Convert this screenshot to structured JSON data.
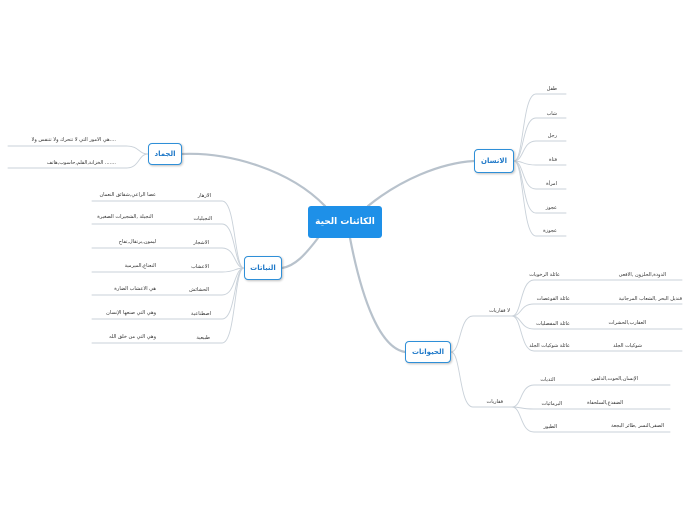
{
  "central": {
    "label": "الكائنات الحية"
  },
  "jamad": {
    "label": "الجماد",
    "items": [
      "هي الامور التي لا تتحرك ولا تتنفس ولا....",
      "الخزانة,القلم,حاسوب,هاتف ......."
    ]
  },
  "insan": {
    "label": "الانسان",
    "items": [
      "طفل",
      "شاب",
      "رجل",
      "فتاة",
      "امرأة",
      "عجوز",
      "عجوزة"
    ]
  },
  "plants": {
    "label": "النباتات",
    "items": [
      {
        "name": "الازهار",
        "desc": "عصا الراعي,شقائق النعمان"
      },
      {
        "name": "النجيليات",
        "desc": "النجيلة ,الشجيرات الصغيرة"
      },
      {
        "name": "الاشجار",
        "desc": "ليمون,برتقال,تفاح"
      },
      {
        "name": "الاعشاب",
        "desc": "النعناع,الميرمية"
      },
      {
        "name": "الحشائش",
        "desc": "هي الاعشاب الضارة"
      },
      {
        "name": "اصطناعية",
        "desc": "وهي التي صنعها الإنسان"
      },
      {
        "name": "طبيعية",
        "desc": "وهي التي من خلق الله"
      }
    ]
  },
  "animals": {
    "label": "الحيوانات",
    "invertebrates": {
      "label": "لا فقاريات",
      "items": [
        {
          "name": "عائلة الرخويات",
          "desc": "الدودة,الحلزون ,الافعى"
        },
        {
          "name": "عائلة القوعصات",
          "desc": "قنديل البحر ,الشعاب المرجانية"
        },
        {
          "name": "عائلة المفصليات",
          "desc": "العقارب,الحشرات"
        },
        {
          "name": "عائلة شوكيات الجلد",
          "desc": "شوكيات الجلد"
        }
      ]
    },
    "vertebrates": {
      "label": "فقاريات",
      "items": [
        {
          "name": "الثديات",
          "desc": "الإنسان,الحوت,الدلفين"
        },
        {
          "name": "البرمائيات",
          "desc": "الضفدع,السلحفاة"
        },
        {
          "name": "الطيور",
          "desc": "الصقر,النسر ,طائر البجعة"
        }
      ]
    }
  },
  "colors": {
    "accent": "#1e90e8",
    "branch": "#b8c2cc",
    "leaf": "#c9d1d9"
  }
}
